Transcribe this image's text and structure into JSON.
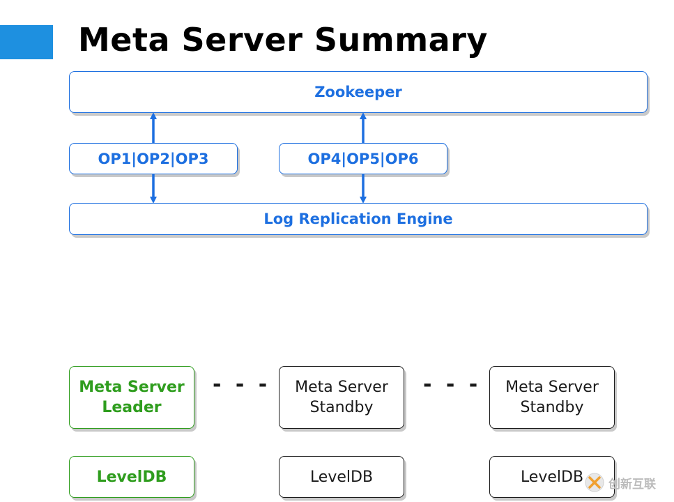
{
  "title": "Meta Server Summary",
  "colors": {
    "accent": "#1e90e0",
    "blue": "#1d6fe0",
    "green": "#2f9d1e",
    "black": "#1a1a1a"
  },
  "top_stack": {
    "zookeeper": "Zookeeper",
    "ops_left": "OP1|OP2|OP3",
    "ops_right": "OP4|OP5|OP6",
    "log_engine": "Log Replication Engine"
  },
  "servers": [
    {
      "line1": "Meta Server",
      "line2": "Leader",
      "db": "LevelDB",
      "role": "leader"
    },
    {
      "line1": "Meta Server",
      "line2": "Standby",
      "db": "LevelDB",
      "role": "standby"
    },
    {
      "line1": "Meta Server",
      "line2": "Standby",
      "db": "LevelDB",
      "role": "standby"
    }
  ],
  "ellipsis": "- - -",
  "watermark": {
    "text": "创新互联",
    "icon": "logo-icon"
  }
}
